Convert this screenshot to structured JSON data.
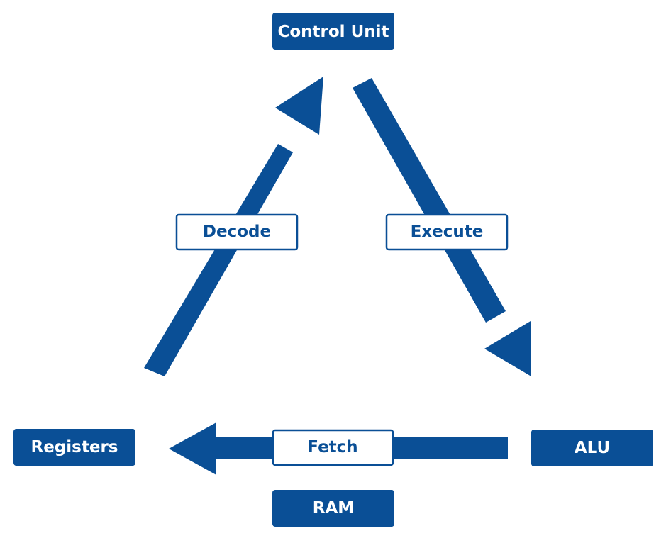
{
  "colors": {
    "primary": "#0a4f96",
    "label_background": "#ffffff"
  },
  "nodes": {
    "control_unit": "Control Unit",
    "registers": "Registers",
    "alu": "ALU",
    "ram": "RAM"
  },
  "edges": {
    "decode": "Decode",
    "execute": "Execute",
    "fetch": "Fetch"
  }
}
